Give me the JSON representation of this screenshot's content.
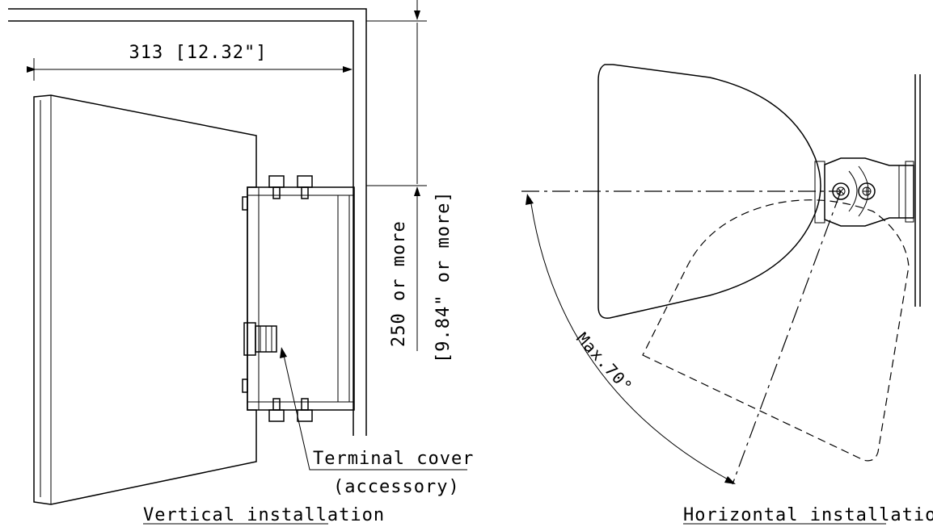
{
  "vertical": {
    "width_dimension": "313 [12.32\"]",
    "clearance_mm": "250 or more",
    "clearance_in": "[9.84\" or more]",
    "callout_line1": "Terminal cover",
    "callout_line2": "(accessory)",
    "caption": "Vertical installation"
  },
  "horizontal": {
    "angle_label": "Max.70°",
    "caption": "Horizontal installation"
  }
}
